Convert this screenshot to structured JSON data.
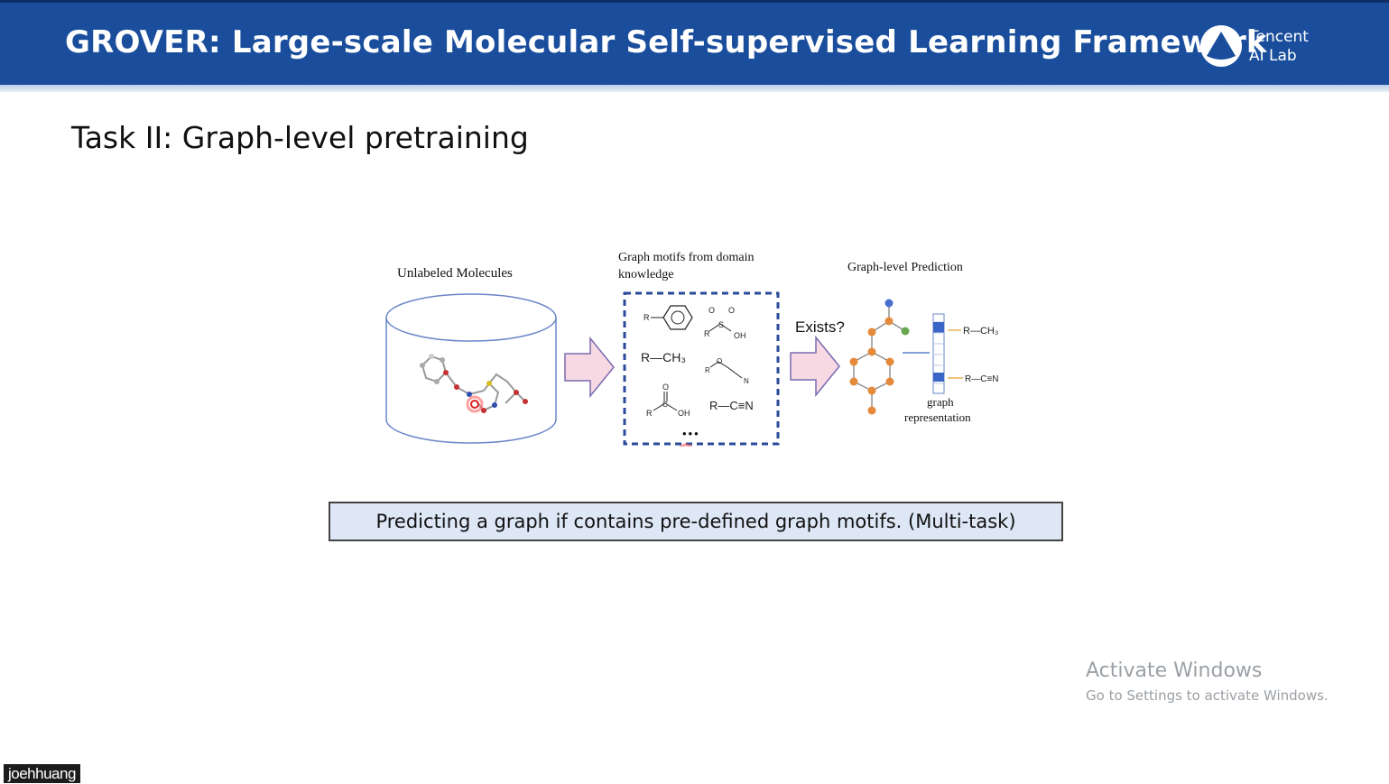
{
  "slide": {
    "title": "GROVER: Large-scale Molecular Self-supervised Learning Framework",
    "logo": {
      "line1": "Tencent",
      "line2": "AI Lab",
      "icon": "tencent-ai-lab-logo"
    },
    "subtitle": "Task II: Graph-level pretraining",
    "figure": {
      "db_label": "Unlabeled Molecules",
      "motifs_label_line1": "Graph motifs from domain",
      "motifs_label_line2": "knowledge",
      "prediction_label": "Graph-level Prediction",
      "exists_label": "Exists?",
      "motif_r_ch3": "R—CH₃",
      "motif_r_cn": "R—C≡N",
      "motif_oh": "OH",
      "motif_r": "R",
      "motif_o": "O",
      "motif_s": "S",
      "motif_n": "N",
      "motif_c": "C",
      "ellipsis": "•••",
      "pred_r_ch3": "R—CH₃",
      "pred_r_cn": "R—C≡N",
      "graph_rep_line1": "graph",
      "graph_rep_line2": "representation"
    },
    "caption": "Predicting a graph if contains pre-defined graph motifs. (Multi-task)"
  },
  "watermark": {
    "title": "Activate Windows",
    "subtitle": "Go to Settings to activate Windows."
  },
  "presenter": {
    "name": "joehhuang"
  },
  "colors": {
    "header": "#1a4e9c",
    "caption_bg": "#dde7f6",
    "arrow_fill": "#f7d9e4",
    "node": "#e58a3a"
  }
}
